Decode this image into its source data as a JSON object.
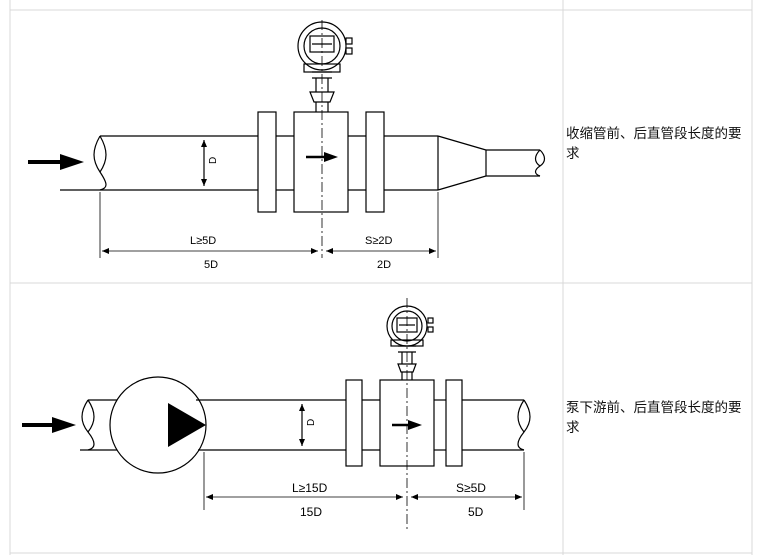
{
  "rows": [
    {
      "caption": "收缩管前、后直管段长度的要求",
      "dim_top_left": "L≥5D",
      "dim_bottom_left": "5D",
      "dim_top_right": "S≥2D",
      "dim_bottom_right": "2D",
      "pipe_label": "D"
    },
    {
      "caption": "泵下游前、后直管段长度的要求",
      "dim_top_left": "L≥15D",
      "dim_bottom_left": "15D",
      "dim_top_right": "S≥5D",
      "dim_bottom_right": "5D",
      "pipe_label": "D"
    }
  ],
  "colors": {
    "line": "#000000",
    "grid": "#d8d8d8"
  }
}
